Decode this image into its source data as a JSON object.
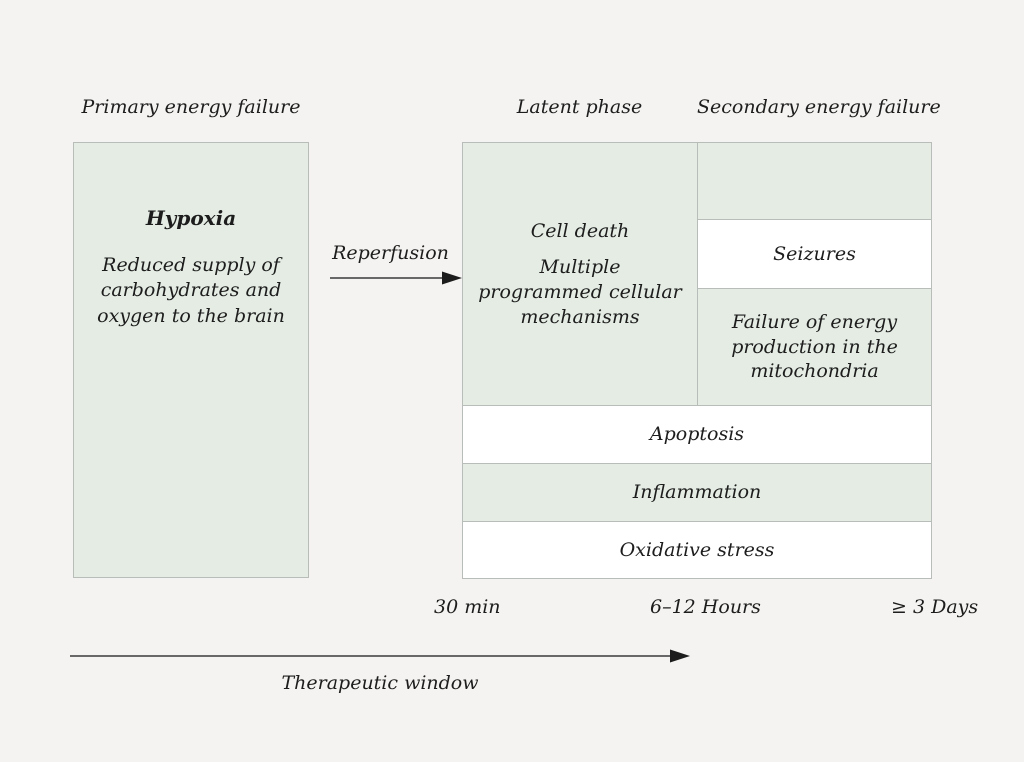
{
  "figure": {
    "background_color": "#f4f3f1",
    "fill_green": "#e4ece4",
    "fill_white": "#ffffff",
    "border_color": "#b9bdb9",
    "text_color": "#1d1d1d"
  },
  "headers": {
    "primary": "Primary energy failure",
    "latent": "Latent phase",
    "secondary": "Secondary energy failure"
  },
  "primary_box": {
    "title": "Hypoxia",
    "body": "Reduced supply of carbohydrates and oxygen to the brain"
  },
  "transition": {
    "label": "Reperfusion",
    "arrow_icon": "arrow-right-icon"
  },
  "latent_box": {
    "line_1": "Cell death",
    "line_2": "Multiple programmed cellular mechanisms"
  },
  "secondary_column": {
    "blank_block": "",
    "seizures": "Seizures",
    "mitochondria": "Failure of energy production in the mitochondria"
  },
  "full_width_rows": [
    {
      "label": "Apoptosis",
      "fill": "white"
    },
    {
      "label": "Inflammation",
      "fill": "green"
    },
    {
      "label": "Oxidative stress",
      "fill": "white"
    }
  ],
  "timeline": {
    "t_30min": "30 min",
    "t_6to12hours": "6–12 Hours",
    "t_3days": "≥ 3 Days",
    "therapeutic_window": "Therapeutic window",
    "arrow_icon": "arrow-right-icon"
  }
}
